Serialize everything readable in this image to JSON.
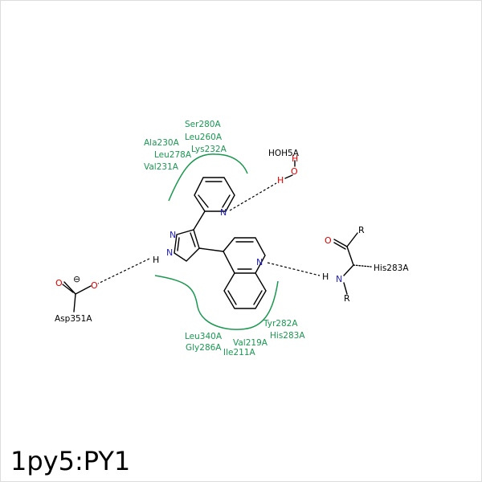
{
  "title": "1py5:PY1",
  "colors": {
    "residue": "#1a9850",
    "bond": "#000000",
    "nitrogen": "#2222bb",
    "oxygen": "#dd0000",
    "carbon_label": "#000000",
    "frame": "#dddddd"
  },
  "residues": {
    "top": [
      "Ser280A",
      "Leu260A",
      "Ala230A",
      "Lys232A",
      "Leu278A",
      "Val231A"
    ],
    "bottom": [
      "Tyr282A",
      "His283A",
      "Leu340A",
      "Val219A",
      "Gly286A",
      "Ile211A"
    ]
  },
  "atoms": {
    "n_pyrazole_1": "N",
    "n_pyrazole_2": "N",
    "h_pyrazole": "H",
    "n_pyridine": "N",
    "n_quinoline": "N",
    "water_h1": "H",
    "water_o": "O",
    "water_h2": "H",
    "asp_o1": "O",
    "asp_o2": "O",
    "charge": "⊖",
    "his_n": "N",
    "his_h": "H",
    "his_o": "O",
    "his_r1": "R",
    "his_r2": "R"
  },
  "labels": {
    "water": "HOH5A",
    "asp": "Asp351A",
    "his": "His283A"
  }
}
